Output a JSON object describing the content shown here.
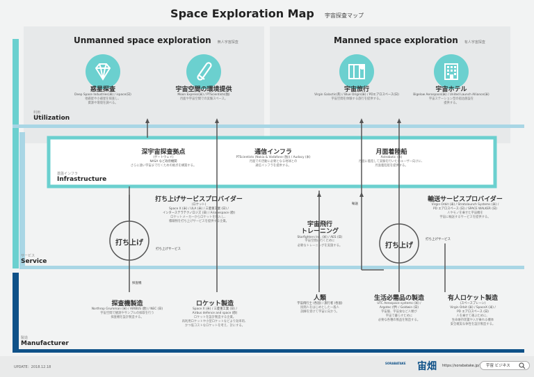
{
  "header": {
    "title": "Space Exploration Map",
    "subtitle": "宇宙探査マップ"
  },
  "unmanned": {
    "title": "Unmanned space exploration",
    "sub": "無人宇宙探査"
  },
  "manned": {
    "title": "Manned space exploration",
    "sub": "有人宇宙探査"
  },
  "layers": {
    "utilization": {
      "en": "Utilization",
      "jp": "利用"
    },
    "infrastructure": {
      "en": "Infrastructure",
      "jp": "基盤インフラ"
    },
    "service": {
      "en": "Service",
      "jp": "サービス"
    },
    "manufacturer": {
      "en": "Manufacturer",
      "jp": "製造"
    }
  },
  "utilization_items": [
    {
      "title": "惑星探査",
      "companies": "Deep Space Industries(米) / ispace(日)",
      "desc": [
        "他惑星や小惑星を探査し、",
        "資源や環境を調べる。"
      ],
      "icon": "gem-icon"
    },
    {
      "title": "宇宙空間の環境提供",
      "companies": "Moon Express(米) / PTScientists(独)",
      "desc": [
        "月面や宇宙空間での実験スペース。"
      ],
      "icon": "test-tube-icon"
    },
    {
      "title": "宇宙旅行",
      "companies": "Virgin Galactic(英) / Blue Origin(米) / PDエアロスペース(日)",
      "desc": [
        "宇宙空間を体験する旅行を提供する。"
      ],
      "icon": "map-icon"
    },
    {
      "title": "宇宙ホテル",
      "companies": "Bigelow Aerospace(米) / United Launch Alliance(米)",
      "desc": [
        "宇宙ステーション型の宿泊施設を",
        "提供する。"
      ],
      "icon": "hotel-icon"
    }
  ],
  "infrastructure_items": [
    {
      "title": "深宇宙探査拠点",
      "title2": "(ゲートウェイ)",
      "companies": "NASA など政府機関",
      "desc": [
        "さらに遠い宇宙まで行くための拠点を構築する。"
      ]
    },
    {
      "title": "通信インフラ",
      "companies": "PTScientists (Nokia & Vodafone (独)) / Audacy (米)",
      "desc": [
        "月面での活動に必要となる地球との",
        "通信インフラを提供する。"
      ]
    },
    {
      "title": "月面着陸船",
      "companies": "Astrobotic (米)",
      "desc": [
        "月面に着陸して実験を行いたいユーザー向けに、",
        "月面着陸船を提供する。"
      ]
    }
  ],
  "service_items": [
    {
      "title": "打ち上げサービスプロバイダー",
      "title2": "(ロケット)",
      "companies": [
        "Space X (米) / ULA (米) / 三菱重工業 (日) /",
        "インターステラテクノロジズ (日) / Arianespace (欧)"
      ],
      "desc": [
        "ロケットメーカーからロケットを購入し、",
        "積載物を打ち上げサービスを提供する企業。"
      ]
    },
    {
      "title": "宇宙飛行",
      "title2": "トレーニング",
      "companies": "Starfighters Inc. (米) / AES (日)",
      "desc": [
        "宇宙空間に行くために",
        "必要なトレーニングを実施する。"
      ]
    },
    {
      "title": "輸送サービスプロバイダー",
      "companies": [
        "Virgin Orbit (米) / Stratolaunch Systems (米) /",
        "PD エアロスペース (日) / SPACE WALKER (日)"
      ],
      "desc": [
        "人やモノを乗せた宇宙機を",
        "宇宙に輸送するサービスを提供する。"
      ]
    }
  ],
  "manufacturer_items": [
    {
      "title": "探査機製造",
      "companies": "Northrop Grumman (米) / AIRBUS (欧) / NEC (日)",
      "desc": [
        "宇宙空間で観測やサンプルの採取を行う",
        "探査機を設計製造する。"
      ]
    },
    {
      "title": "ロケット製造",
      "companies": [
        "Space X (米) / 三菱重工業 (日) /",
        "Airbus defence and space (欧)"
      ],
      "desc": [
        "ロケットを設計製造する企業。",
        "再利用ロケットや小型ロケットなどより効率的、",
        "かつ低コストなロケットを考え、計にする。"
      ]
    },
    {
      "title": "人類",
      "companies": "宇宙飛行士 (各国) / 旅行者 (各国)",
      "desc": [
        "民間人をはじめとした一般人",
        "訓練を受けて宇宙に向かう。"
      ]
    },
    {
      "title": "生活必需品の製造",
      "companies": [
        "UTC Aerospace systems (米) /",
        "Argotec (伊) / Goldwin (日)"
      ],
      "desc": [
        "宇宙服、宇宙食など人類が",
        "宇宙で暮らすために",
        "必要な各種の製品を製造する。"
      ]
    },
    {
      "title": "有人ロケット製造",
      "title2": "(スペースプレーン)",
      "companies": [
        "Virgin Orbit (米) / SpaceX (米) /",
        "PD エアロスペース (日)"
      ],
      "desc": [
        "人を乗せて運ぶために、",
        "生命維持装置や入が乗れる機体",
        "安全確実な体性を設計製造する。"
      ]
    }
  ],
  "labels": {
    "launch": "打ち上げ",
    "launch_service": "打ち上げサービス",
    "explorer": "探査機",
    "launch_service_right": "打ち上げサービス",
    "launch_label": "輸送"
  },
  "footer": {
    "update": "UPDATE：2018.12.18",
    "brand_small": "SORABATAKE",
    "brand": "宙畑",
    "url": "https://sorabatake.jp/",
    "search_placeholder": "宇宙 ビジネス"
  },
  "colors": {
    "teal": "#6bd0cf",
    "light_blue": "#a9d6e5",
    "blue": "#3a87b5",
    "navy": "#0f5188"
  }
}
